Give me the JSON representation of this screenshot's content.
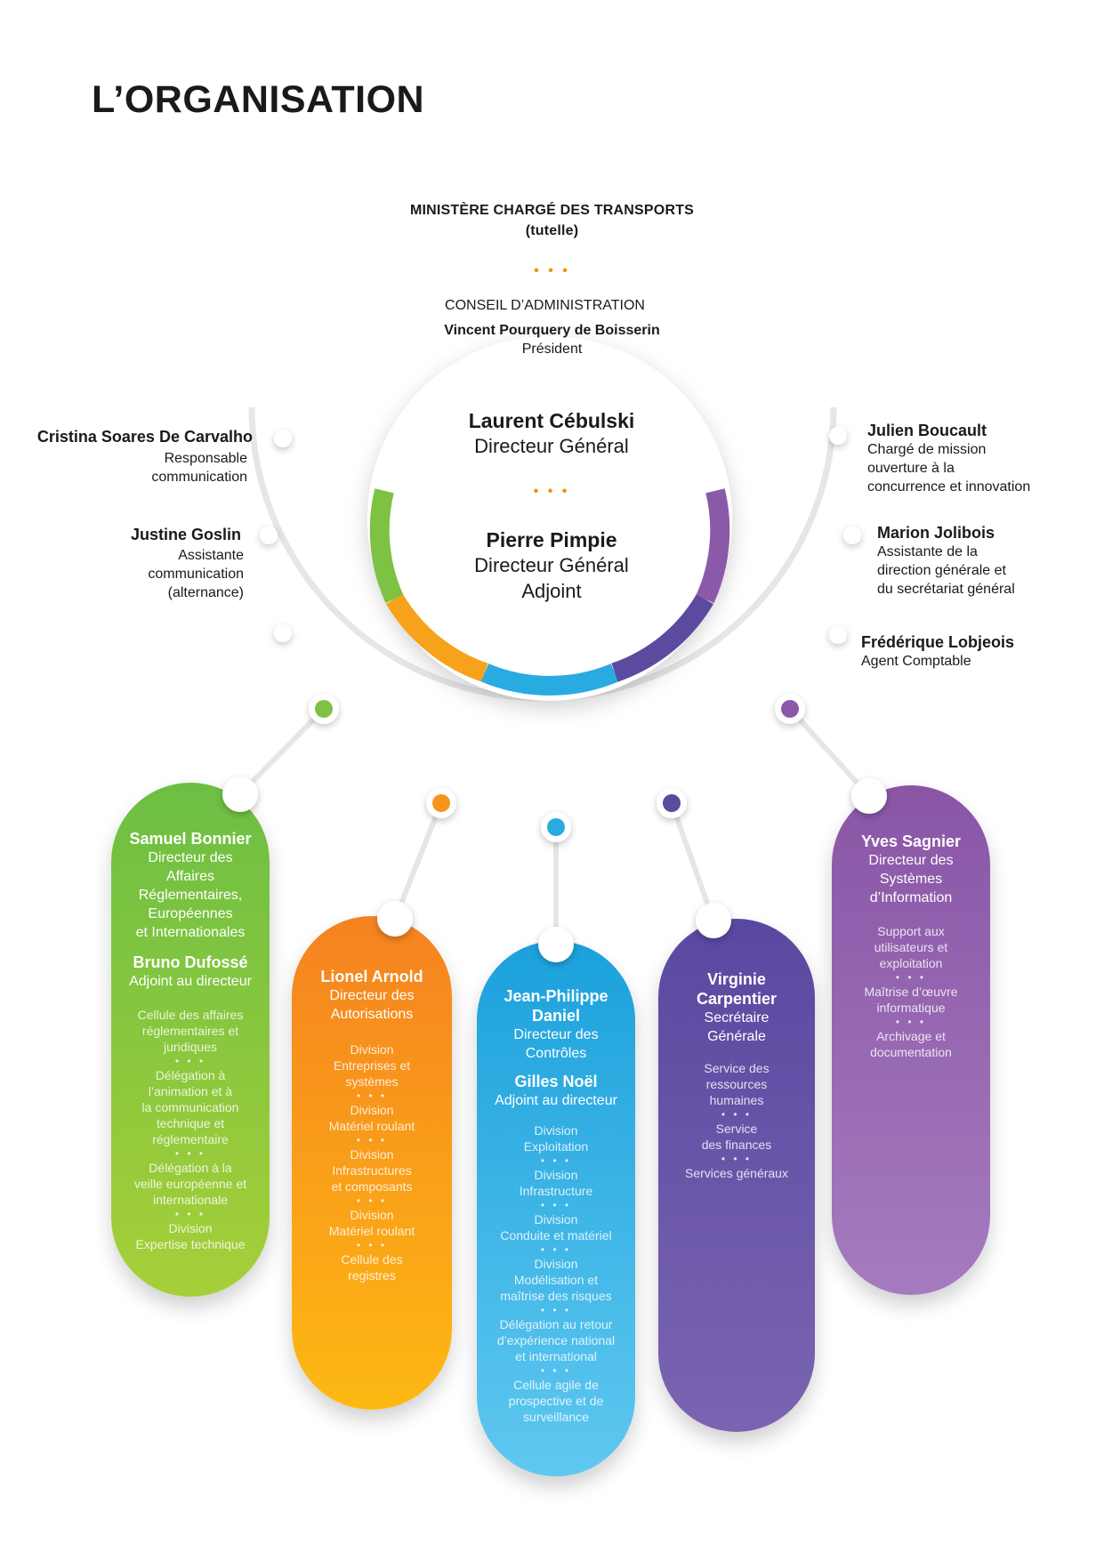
{
  "title": "L’ORGANISATION",
  "ministry": {
    "line1": "MINISTÈRE CHARGÉ DES TRANSPORTS",
    "line2": "(tutelle)"
  },
  "board": {
    "label": "CONSEIL D’ADMINISTRATION",
    "name": "Vincent Pourquery de Boisserin",
    "role": "Président"
  },
  "dots": "• • •",
  "center": {
    "dg_name": "Laurent Cébulski",
    "dg_role": "Directeur Général",
    "dga_name": "Pierre Pimpie",
    "dga_role1": "Directeur Général",
    "dga_role2": "Adjoint"
  },
  "left_people": [
    {
      "name": "Cristina Soares De Carvalho",
      "role1": "Responsable",
      "role2": "communication"
    },
    {
      "name": "Justine Goslin",
      "role1": "Assistante",
      "role2": "communication",
      "role3": "(alternance)"
    }
  ],
  "right_people": [
    {
      "name": "Julien Boucault",
      "role1": "Chargé de mission",
      "role2": "ouverture à la",
      "role3": "concurrence et innovation"
    },
    {
      "name": "Marion Jolibois",
      "role1": "Assistante de la",
      "role2": "direction générale et",
      "role3": "du secrétariat général"
    },
    {
      "name": "Frédérique Lobjeois",
      "role1": "Agent Comptable"
    }
  ],
  "colors": {
    "green": "#7dc242",
    "orange": "#f7941d",
    "blue": "#29abe2",
    "indigo": "#5b4a9e",
    "purple": "#8a5aa8"
  },
  "directions": [
    {
      "name": "Samuel Bonnier",
      "role": [
        "Directeur des",
        "Affaires",
        "Réglementaires,",
        "Européennes",
        "et Internationales"
      ],
      "deputy_name": "Bruno Dufossé",
      "deputy_role": "Adjoint au directeur",
      "units": [
        [
          "Cellule des affaires",
          "réglementaires et",
          "juridiques"
        ],
        [
          "Délégation à",
          "l’animation et à",
          "la communication",
          "technique et",
          "réglementaire"
        ],
        [
          "Délégation à la",
          "veille européenne et",
          "internationale"
        ],
        [
          "Division",
          "Expertise technique"
        ]
      ]
    },
    {
      "name": "Lionel Arnold",
      "role": [
        "Directeur des",
        "Autorisations"
      ],
      "units": [
        [
          "Division",
          "Entreprises et",
          "systèmes"
        ],
        [
          "Division",
          "Matériel roulant"
        ],
        [
          "Division",
          "Infrastructures",
          "et composants"
        ],
        [
          "Division",
          "Matériel roulant"
        ],
        [
          "Cellule des",
          "registres"
        ]
      ]
    },
    {
      "name1": "Jean-Philippe",
      "name2": "Daniel",
      "role": [
        "Directeur des",
        "Contrôles"
      ],
      "deputy_name": "Gilles Noël",
      "deputy_role": "Adjoint au directeur",
      "units": [
        [
          "Division",
          "Exploitation"
        ],
        [
          "Division",
          "Infrastructure"
        ],
        [
          "Division",
          "Conduite et matériel"
        ],
        [
          "Division",
          "Modélisation et",
          "maîtrise des risques"
        ],
        [
          "Délégation au retour",
          "d’expérience national",
          "et international"
        ],
        [
          "Cellule agile de",
          "prospective et de",
          "surveillance"
        ]
      ]
    },
    {
      "name1": "Virginie",
      "name2": "Carpentier",
      "role": [
        "Secrétaire",
        "Générale"
      ],
      "units": [
        [
          "Service des",
          "ressources",
          "humaines"
        ],
        [
          "Service",
          "des finances"
        ],
        [
          "Services généraux"
        ]
      ]
    },
    {
      "name": "Yves Sagnier",
      "role": [
        "Directeur des",
        "Systèmes",
        "d’Information"
      ],
      "units": [
        [
          "Support aux",
          "utilisateurs et",
          "exploitation"
        ],
        [
          "Maîtrise d’œuvre",
          "informatique"
        ],
        [
          "Archivage et",
          "documentation"
        ]
      ]
    }
  ]
}
